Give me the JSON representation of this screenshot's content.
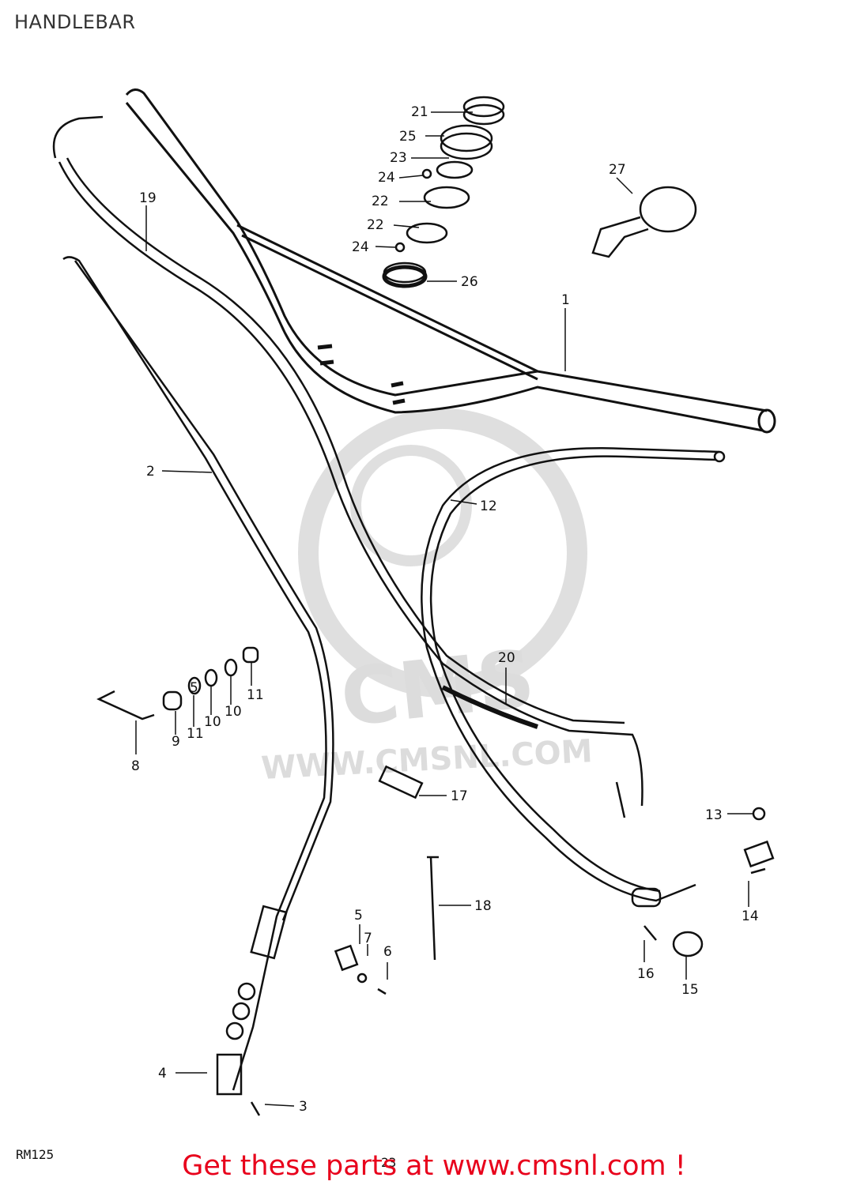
{
  "title": "HANDLEBAR",
  "watermark_text": "WWW.CMSNL.COM",
  "watermark_logo_text": "CMS",
  "footer_code": "RM125",
  "page_number": "23",
  "promo_text": "Get these parts at www.cmsnl.com !",
  "colors": {
    "promo": "#e8001b",
    "line": "#111111",
    "watermark": "#d9d9d9"
  },
  "parts": [
    {
      "label": "1"
    },
    {
      "label": "2"
    },
    {
      "label": "3"
    },
    {
      "label": "4"
    },
    {
      "label": "5"
    },
    {
      "label": "6"
    },
    {
      "label": "7"
    },
    {
      "label": "8"
    },
    {
      "label": "9"
    },
    {
      "label": "10"
    },
    {
      "label": "10"
    },
    {
      "label": "11"
    },
    {
      "label": "11"
    },
    {
      "label": "5"
    },
    {
      "label": "12"
    },
    {
      "label": "13"
    },
    {
      "label": "14"
    },
    {
      "label": "15"
    },
    {
      "label": "16"
    },
    {
      "label": "17"
    },
    {
      "label": "18"
    },
    {
      "label": "19"
    },
    {
      "label": "20"
    },
    {
      "label": "21"
    },
    {
      "label": "22"
    },
    {
      "label": "22"
    },
    {
      "label": "23"
    },
    {
      "label": "24"
    },
    {
      "label": "24"
    },
    {
      "label": "25"
    },
    {
      "label": "26"
    },
    {
      "label": "27"
    }
  ]
}
